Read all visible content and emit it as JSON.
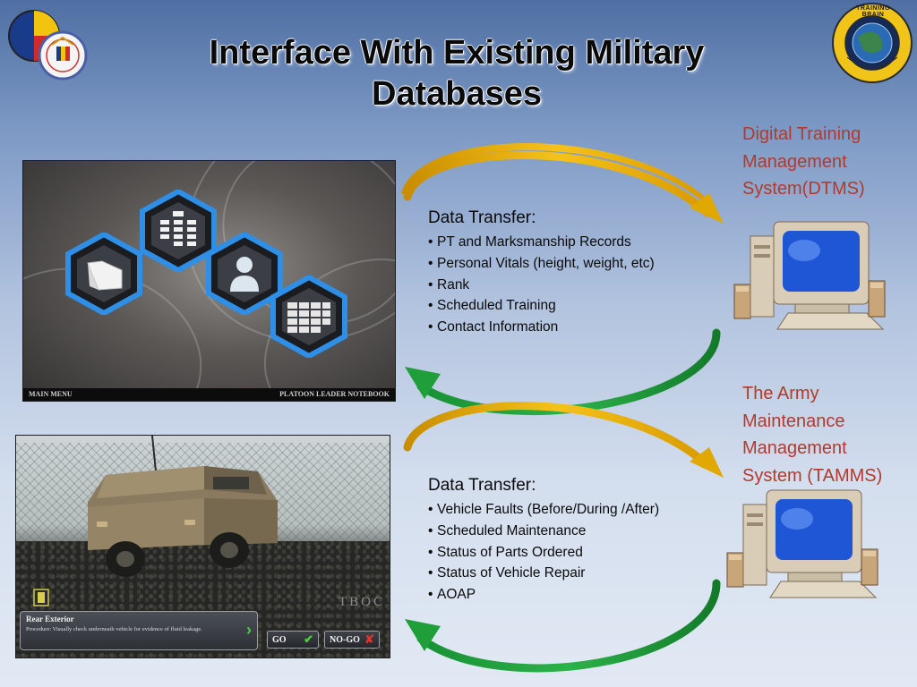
{
  "title": {
    "line1": "Interface With Existing Military",
    "line2": "Databases"
  },
  "logos": {
    "left": "unit-crest-logo",
    "right": "training-brain-operations-center-logo",
    "right_text": "TRAINING BRAIN"
  },
  "notebook_panel": {
    "menu_left": "MAIN MENU",
    "menu_right": "PLATOON LEADER NOTEBOOK",
    "icons": [
      "folder-icon",
      "org-chart-icon",
      "person-icon",
      "grid-table-icon"
    ]
  },
  "vehicle_panel": {
    "hud_title": "Rear Exterior",
    "hud_procedure": "Procedure: Visually check underneath vehicle for evidence of fluid leakage.",
    "go_label": "GO",
    "nogo_label": "NO-GO",
    "brand": "TBOC"
  },
  "data_transfer_1": {
    "heading": "Data Transfer:",
    "items": [
      "PT and Marksmanship Records",
      "Personal Vitals (height, weight, etc)",
      "Rank",
      "Scheduled Training",
      "Contact Information"
    ]
  },
  "data_transfer_2": {
    "heading": "Data Transfer:",
    "items": [
      "Vehicle Faults (Before/During /After)",
      "Scheduled Maintenance",
      "Status of Parts Ordered",
      "Status of Vehicle Repair",
      "AOAP"
    ]
  },
  "systems": {
    "dtms": {
      "line1": "Digital Training",
      "line2": "Management",
      "line3": "System(DTMS)"
    },
    "tamms": {
      "line1": "The Army",
      "line2": "Maintenance",
      "line3": "Management",
      "line4": "System (TAMMS)"
    }
  },
  "colors": {
    "system_label": "#b23a2c",
    "arrow_gold": "#e0a800",
    "arrow_green": "#1f9e3a",
    "hex_blue": "#2f8fe6"
  },
  "bullet": "•"
}
